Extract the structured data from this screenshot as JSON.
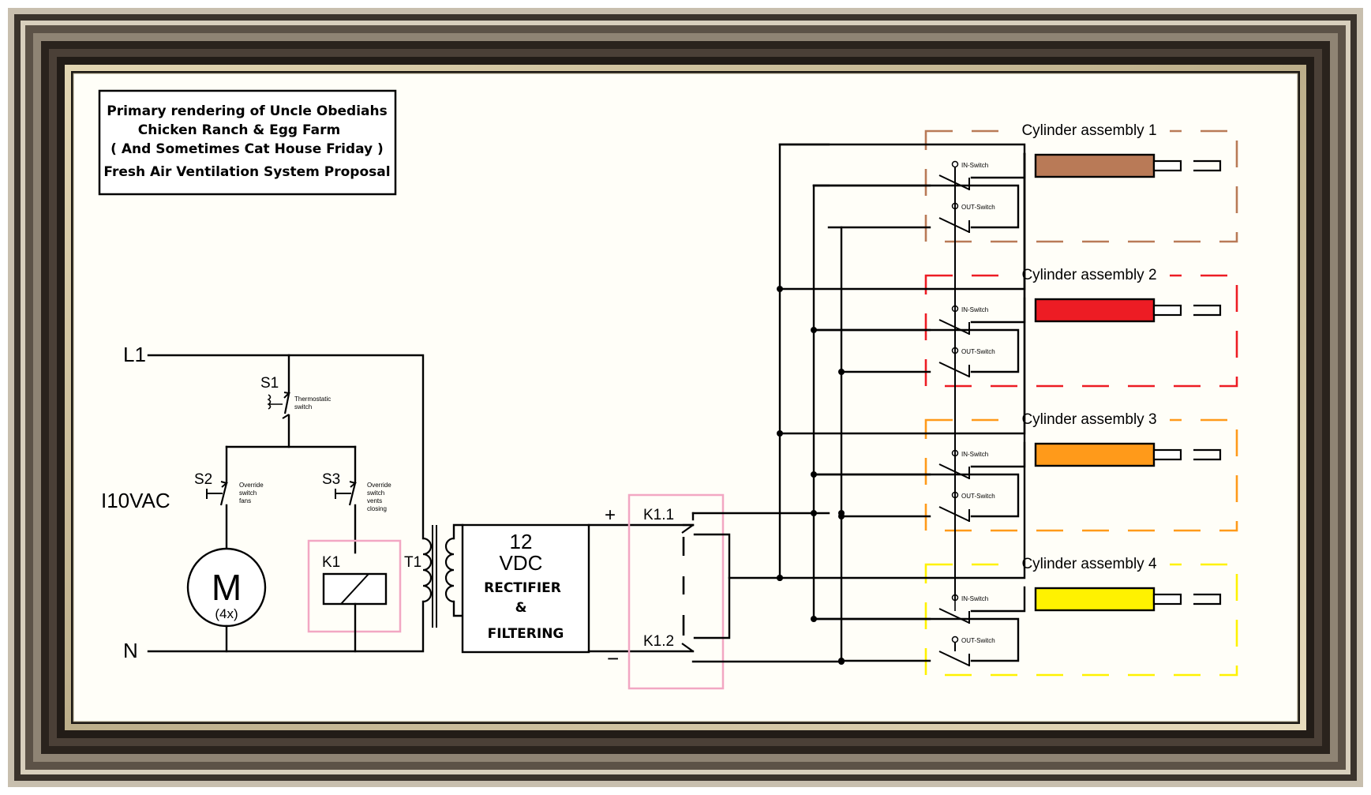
{
  "title_block": {
    "line1": "Primary rendering of Uncle Obediahs",
    "line2": "Chicken Ranch & Egg Farm",
    "line3": "( And Sometimes Cat House Friday )",
    "line4": "Fresh Air Ventilation System Proposal"
  },
  "mains": {
    "l1": "L1",
    "n": "N",
    "voltage": "I10VAC"
  },
  "switches": {
    "s1": {
      "id": "S1",
      "note_line1": "Thermostatic",
      "note_line2": "switch"
    },
    "s2": {
      "id": "S2",
      "note_line1": "Override",
      "note_line2": "switch",
      "note_line3": "fans"
    },
    "s3": {
      "id": "S3",
      "note_line1": "Override",
      "note_line2": "switch",
      "note_line3": "vents",
      "note_line4": "closing"
    }
  },
  "motor": {
    "symbol": "M",
    "count": "(4x)"
  },
  "relay": {
    "coil": "K1",
    "contact1": "K1.1",
    "contact2": "K1.2"
  },
  "transformer": {
    "id": "T1"
  },
  "psu": {
    "line1": "12",
    "line2": "VDC",
    "line3": "RECTIFIER",
    "line4": "&",
    "line5": "FILTERING",
    "plus": "+",
    "minus": "−"
  },
  "cylinders": [
    {
      "label": "Cylinder assembly 1",
      "color": "#b97a57",
      "in_switch": "IN-Switch",
      "out_switch": "OUT-Switch"
    },
    {
      "label": "Cylinder assembly 2",
      "color": "#ed1c24",
      "in_switch": "IN-Switch",
      "out_switch": "OUT-Switch"
    },
    {
      "label": "Cylinder assembly 3",
      "color": "#ff9a1a",
      "in_switch": "IN-Switch",
      "out_switch": "OUT-Switch"
    },
    {
      "label": "Cylinder assembly 4",
      "color": "#fff200",
      "in_switch": "IN-Switch",
      "out_switch": "OUT-Switch"
    }
  ],
  "colors": {
    "highlight": "#f2a7c3",
    "frame_dark": "#1f1a16",
    "frame_light": "#bfb39a",
    "canvas": "#fffef8"
  }
}
